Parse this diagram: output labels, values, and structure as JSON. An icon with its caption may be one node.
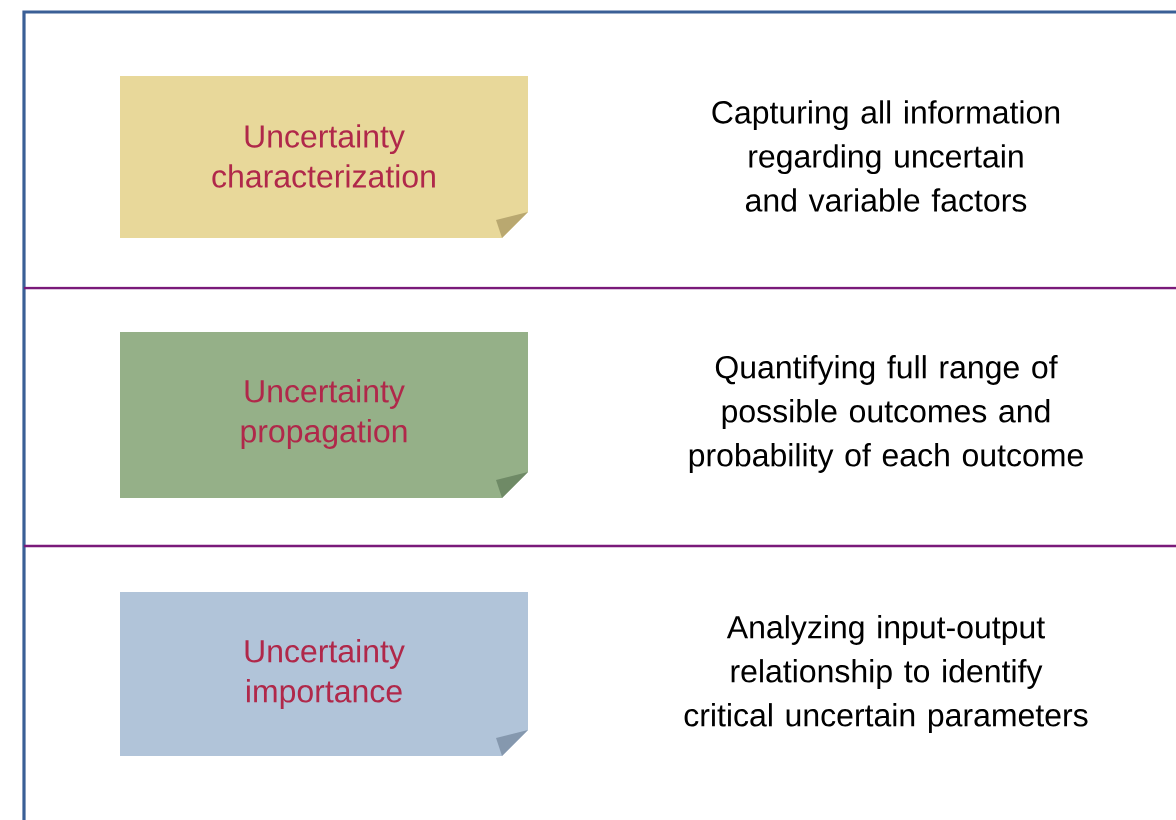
{
  "diagram": {
    "nodes": [
      {
        "text": [
          "Uncertainty characterization"
        ]
      },
      {
        "text": [
          "Uncertainty propagation"
        ]
      },
      {
        "text": [
          "Uncertainty importance"
        ]
      }
    ],
    "labels": [
      "Capturing all information regarding uncertain and variable factors",
      "Quantifying full range of possible outcomes and probability of each outcome",
      "Analyzing input-output relationship to identify critical uncertain parameters"
    ]
  }
}
